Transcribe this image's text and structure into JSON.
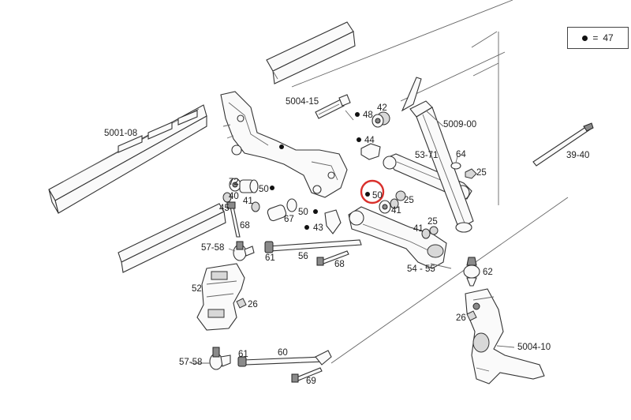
{
  "legend": {
    "symbol": "dot",
    "equals": "=",
    "value": "47"
  },
  "highlight": {
    "label": "50",
    "color": "#d9302c"
  },
  "labels": {
    "p5001_08": "5001-08",
    "p5004_15": "5004-15",
    "p48": "48",
    "p42": "42",
    "p5009_00": "5009-00",
    "p44": "44",
    "p53_71": "53-71",
    "p64": "64",
    "p39_40": "39-40",
    "p25a": "25",
    "p72": "72",
    "p50a": "50",
    "p40": "40",
    "p41a": "41",
    "p45": "45",
    "p67": "67",
    "p50b": "50",
    "p41b": "41",
    "p25b": "25",
    "p68a": "68",
    "p43": "43",
    "p41c": "41",
    "p25c": "25",
    "p57_58a": "57-58",
    "p61a": "61",
    "p56": "56",
    "p68b": "68",
    "p54_55": "54 - 55",
    "p62": "62",
    "p52": "52",
    "p26a": "26",
    "p26b": "26",
    "p5004_10": "5004-10",
    "p57_58b": "57-58",
    "p61b": "61",
    "p60": "60",
    "p69": "69"
  }
}
